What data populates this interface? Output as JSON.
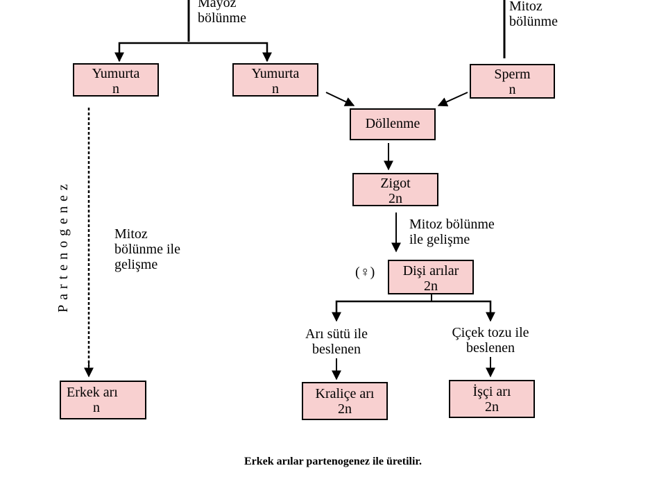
{
  "nodes": {
    "yumurta_left": {
      "l1": "Yumurta",
      "l2": "n"
    },
    "yumurta_mid": {
      "l1": "Yumurta",
      "l2": "n"
    },
    "sperm": {
      "l1": "Sperm",
      "l2": "n"
    },
    "dollenme": {
      "l1": "Döllenme"
    },
    "zigot": {
      "l1": "Zigot",
      "l2": "2n"
    },
    "disi": {
      "l1": "Dişi arılar",
      "l2": "2n"
    },
    "erkek": {
      "l1": "Erkek arı",
      "l2": "n"
    },
    "kralice": {
      "l1": "Kraliçe arı",
      "l2": "2n"
    },
    "isci": {
      "l1": "İşçi arı",
      "l2": "2n"
    }
  },
  "labels": {
    "mayoz": {
      "l1": "Mayoz",
      "l2": "bölünme"
    },
    "mitoz_top": {
      "l1": "Mitoz",
      "l2": "bölünme"
    },
    "mitoz_left": {
      "l1": "Mitoz",
      "l2": "bölünme ile",
      "l3": "gelişme"
    },
    "mitoz_mid": {
      "l1": "Mitoz bölünme",
      "l2": "ile gelişme"
    },
    "female_symbol": "(♀)",
    "ari_sutu": {
      "l1": "Arı sütü ile",
      "l2": "beslenen"
    },
    "cicek_tozu": {
      "l1": "Çiçek tozu ile",
      "l2": "beslenen"
    },
    "partenogenez": "Partenogenez"
  },
  "caption": "Erkek  arılar partenogenez  ile  üretilir."
}
